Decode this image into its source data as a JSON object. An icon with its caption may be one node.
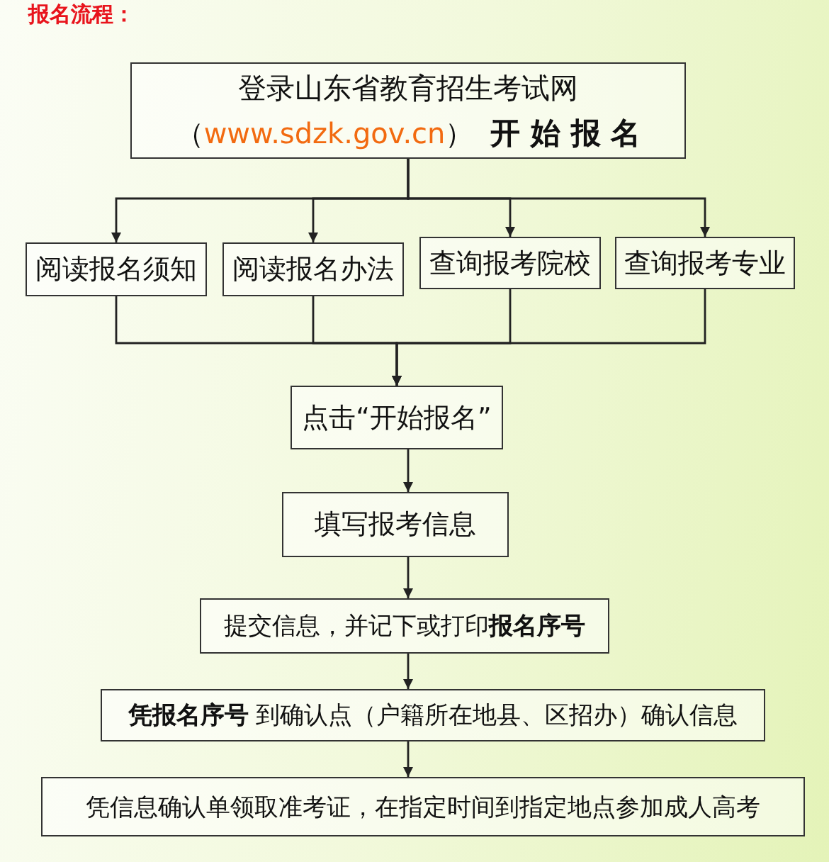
{
  "diagram": {
    "title": "报名流程：",
    "nodes": [
      {
        "text": [
          "登录山东省教育招生考试网",
          "（www.sdzk.gov.cn）",
          "开 始 报 名"
        ]
      },
      {
        "text": [
          "阅读报名须知"
        ]
      },
      {
        "text": [
          "阅读报名办法"
        ]
      },
      {
        "text": [
          "查询报考院校"
        ]
      },
      {
        "text": [
          "查询报考专业"
        ]
      },
      {
        "text": [
          "点击“开始报名”"
        ]
      },
      {
        "text": [
          "填写报考信息"
        ]
      },
      {
        "text": [
          "提交信息，并记下或打印**报名序号**"
        ]
      },
      {
        "text": [
          "**凭报名序号** 到确认点（户籍所在地县、区招办）确认信息"
        ]
      },
      {
        "text": [
          "凭信息确认单领取准考证，在指定时间到指定地点参加成人高考"
        ]
      }
    ],
    "edges": [
      {
        "from": 0,
        "to": 1,
        "arrow": "to"
      },
      {
        "from": 0,
        "to": 2,
        "arrow": "to"
      },
      {
        "from": 0,
        "to": 3,
        "arrow": "to"
      },
      {
        "from": 0,
        "to": 4,
        "arrow": "to"
      },
      {
        "from": 1,
        "to": 5,
        "arrow": "to"
      },
      {
        "from": 2,
        "to": 5,
        "arrow": "to"
      },
      {
        "from": 3,
        "to": 5,
        "arrow": "to"
      },
      {
        "from": 4,
        "to": 5,
        "arrow": "to"
      },
      {
        "from": 5,
        "to": 6,
        "arrow": "to"
      },
      {
        "from": 6,
        "to": 7,
        "arrow": "to"
      },
      {
        "from": 7,
        "to": 8,
        "arrow": "to"
      },
      {
        "from": 8,
        "to": 9,
        "arrow": "to"
      }
    ]
  }
}
